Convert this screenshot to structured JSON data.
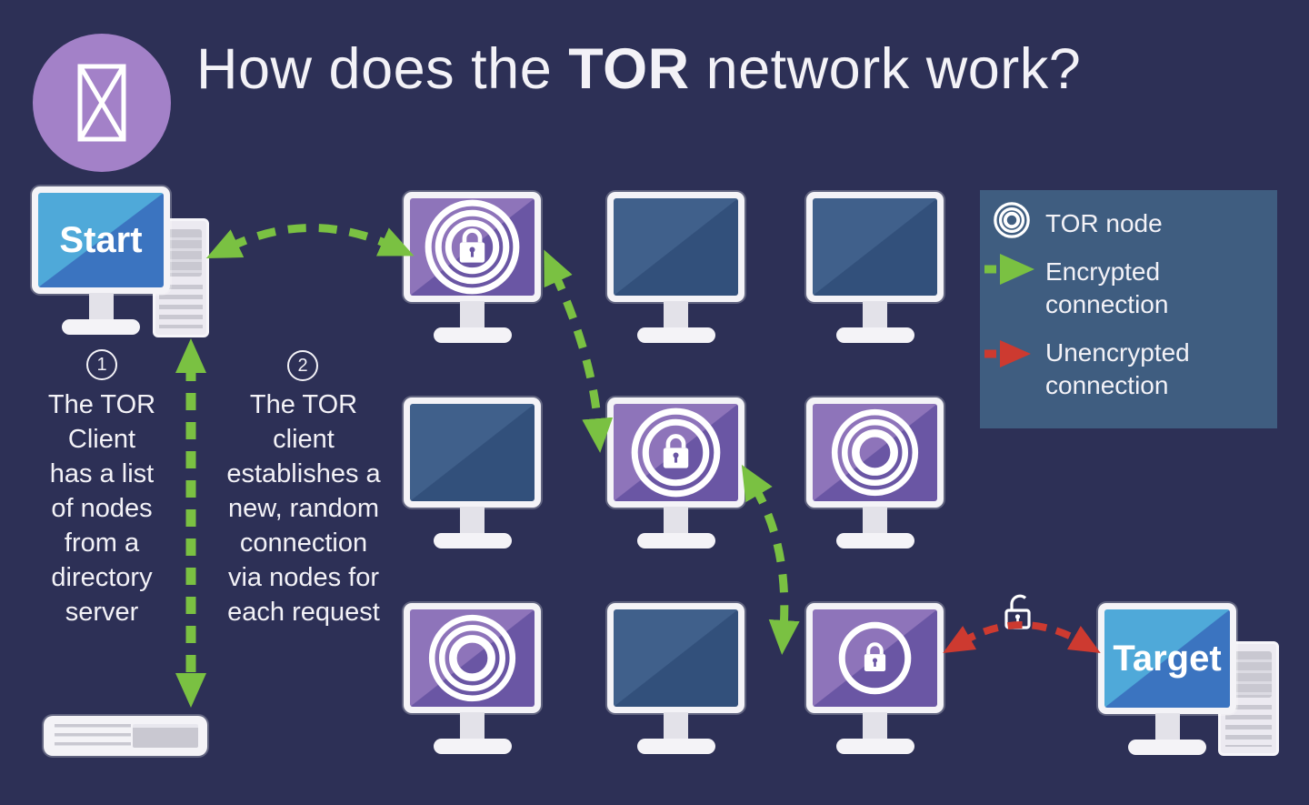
{
  "title": {
    "prefix": "How does the ",
    "highlight": "TOR",
    "suffix": " network work?"
  },
  "logo": {
    "icon": "tor-logo-icon"
  },
  "computers": {
    "start_label": "Start",
    "target_label": "Target"
  },
  "annotations": [
    {
      "number": "1",
      "text": "The TOR\nClient\nhas a list\nof nodes\nfrom a\ndirectory\nserver"
    },
    {
      "number": "2",
      "text": "The TOR\nclient\nestablishes a\nnew, random\nconnection\nvia nodes for\neach request"
    }
  ],
  "legend": {
    "tor_node_label": "TOR node",
    "encrypted_label": "Encrypted\nconnection",
    "unencrypted_label": "Unencrypted\nconnection"
  },
  "nodes": [
    {
      "name": "tor-node-entry",
      "row": 0,
      "col": 0,
      "screen": "tor",
      "icon": "lock-rings-3"
    },
    {
      "name": "idle-computer-1",
      "row": 0,
      "col": 1,
      "screen": "idle",
      "icon": "blank"
    },
    {
      "name": "idle-computer-2",
      "row": 0,
      "col": 2,
      "screen": "idle",
      "icon": "blank"
    },
    {
      "name": "idle-computer-3",
      "row": 1,
      "col": 0,
      "screen": "idle",
      "icon": "blank"
    },
    {
      "name": "tor-node-middle",
      "row": 1,
      "col": 1,
      "screen": "tor",
      "icon": "lock-rings-2"
    },
    {
      "name": "tor-node-unused-1",
      "row": 1,
      "col": 2,
      "screen": "tor",
      "icon": "rings-3"
    },
    {
      "name": "tor-node-unused-2",
      "row": 2,
      "col": 0,
      "screen": "tor",
      "icon": "rings-3"
    },
    {
      "name": "idle-computer-4",
      "row": 2,
      "col": 1,
      "screen": "idle",
      "icon": "blank"
    },
    {
      "name": "tor-node-exit",
      "row": 2,
      "col": 2,
      "screen": "tor",
      "icon": "lock-ring-1"
    }
  ],
  "colors": {
    "background": "#2d3056",
    "accent_green": "#7ac142",
    "accent_red": "#cd3a30",
    "node_purple_light": "#8e74ba",
    "node_purple_dark": "#6a56a4",
    "idle_blue_light": "#40608b",
    "idle_blue_dark": "#32507b",
    "user_blue_light": "#4fa9d9",
    "user_blue_dark": "#3b74c0",
    "legend_bg": "#3f5d80",
    "logo_purple": "#a381c8",
    "text": "#f3f2f7"
  }
}
